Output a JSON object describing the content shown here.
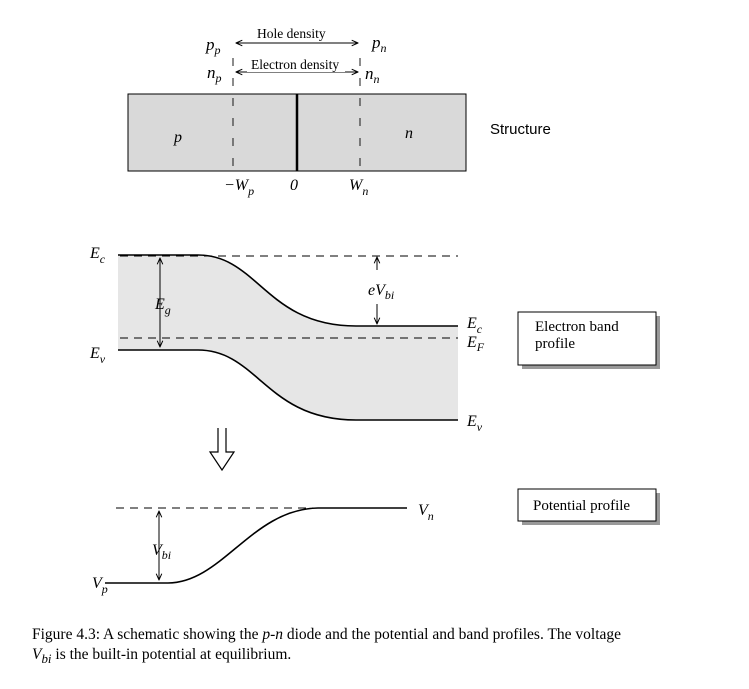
{
  "structure": {
    "label": "Structure",
    "p_region": "p",
    "n_region": "n",
    "hole_density": "Hole density",
    "electron_density": "Electron density",
    "pp": "p",
    "pp_sub": "p",
    "pn": "p",
    "pn_sub": "n",
    "np": "n",
    "np_sub": "p",
    "nn": "n",
    "nn_sub": "n",
    "minus_wp": "−W",
    "minus_wp_sub": "p",
    "zero": "0",
    "wn": "W",
    "wn_sub": "n"
  },
  "band": {
    "box_line1": "Electron band",
    "box_line2": "profile",
    "ec_left": "E",
    "ec_left_sub": "c",
    "ev_left": "E",
    "ev_left_sub": "v",
    "eg": "E",
    "eg_sub": "g",
    "evbi": "eV",
    "evbi_sub": "bi",
    "ec_right": "E",
    "ec_right_sub": "c",
    "ef_right": "E",
    "ef_right_sub": "F",
    "ev_right": "E",
    "ev_right_sub": "v"
  },
  "potential": {
    "box_label": "Potential profile",
    "vn": "V",
    "vn_sub": "n",
    "vbi": "V",
    "vbi_sub": "bi",
    "vp": "V",
    "vp_sub": "p"
  },
  "caption": {
    "prefix": "Figure 4.3: A schematic showing the ",
    "pn_p": "p",
    "pn_dash": "-",
    "pn_n": "n",
    "mid": " diode and the potential and band profiles. The voltage",
    "v": "V",
    "v_sub": "bi",
    "suffix": " is the built-in potential at equilibrium."
  },
  "colors": {
    "band_fill": "#e6e6e6",
    "block_fill": "#d9d9d9",
    "shadow": "#999999"
  }
}
